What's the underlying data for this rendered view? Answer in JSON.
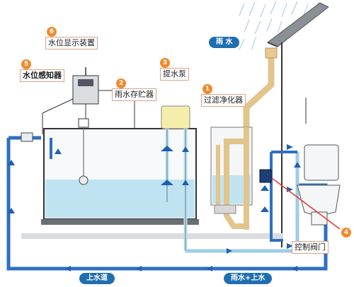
{
  "labels": {
    "rain": "雨  水",
    "level_display": "水位显示装置",
    "level_sensor": "水位感知器",
    "tank": "雨水存贮器",
    "pump": "提水泵",
    "filter": "过滤净化器",
    "valve": "控制阀门",
    "supply_line": "上水道",
    "mixed_line": "雨水+上水"
  },
  "numbers": {
    "n1": "1",
    "n2": "2",
    "n3": "3",
    "n4": "4",
    "n5": "5",
    "n6": "6"
  },
  "colors": {
    "pipe_blue": "#2f6fc0",
    "water": "#bfe3f0",
    "pipe_tan": "#e8c890",
    "marker_orange": "#f08a2a",
    "pill_blue": "#1f6fb0",
    "pointer_red": "#e03a2a"
  }
}
